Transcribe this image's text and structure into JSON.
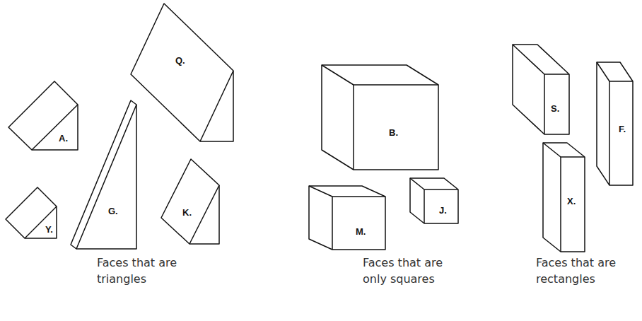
{
  "diagram": {
    "labels": [
      "Q.",
      "A.",
      "Y.",
      "G.",
      "K.",
      "B.",
      "M.",
      "J.",
      "S.",
      "F.",
      "X.",
      "Faces that are triangles",
      "Faces that are only squares",
      "Faces that are rectangles"
    ]
  }
}
